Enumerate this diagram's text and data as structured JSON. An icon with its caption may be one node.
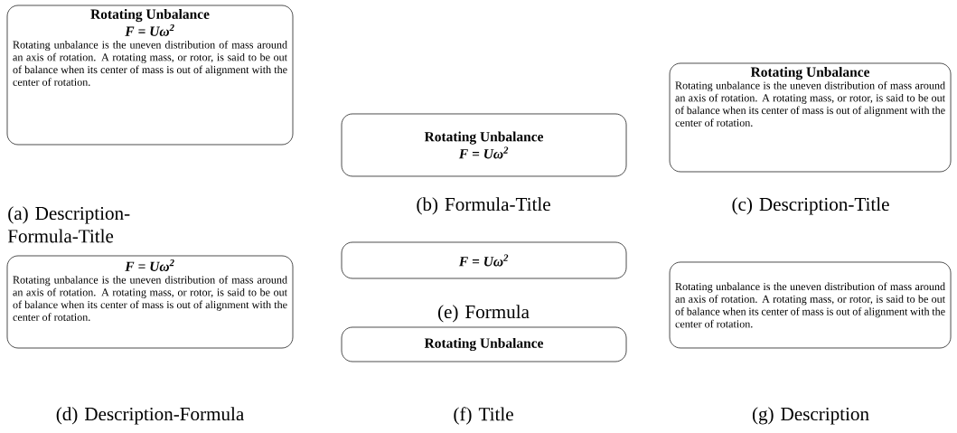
{
  "diagram": {
    "nodes": [
      {
        "text": [
          "Rotating Unbalance",
          "F = Uω$^{2}$",
          "Rotating unbalance is the uneven distribution of mass around an axis of rotation. A rotating mass, or rotor, is said to be out of balance when its center of mass is out of alignment with the center of rotation."
        ]
      },
      {
        "text": [
          "Rotating Unbalance",
          "F = Uω$^{2}$"
        ]
      },
      {
        "text": [
          "Rotating Unbalance",
          "Rotating unbalance is the uneven distribution of mass around an axis of rotation. A rotating mass, or rotor, is said to be out of balance when its center of mass is out of alignment with the center of rotation."
        ]
      },
      {
        "text": [
          "F = Uω$^{2}$",
          "Rotating unbalance is the uneven distribution of mass around an axis of rotation. A rotating mass, or rotor, is said to be out of balance when its center of mass is out of alignment with the center of rotation."
        ]
      },
      {
        "text": [
          "F = Uω$^{2}$"
        ]
      },
      {
        "text": [
          "Rotating Unbalance"
        ]
      },
      {
        "text": [
          "Rotating unbalance is the uneven distribution of mass around an axis of rotation. A rotating mass, or rotor, is said to be out of balance when its center of mass is out of alignment with the center of rotation."
        ]
      }
    ],
    "labels": [
      "(a) Description-Formula-Title",
      "(b) Formula-Title",
      "(c) Description-Title",
      "(e) Formula",
      "(d) Description-Formula",
      "(f) Title",
      "(g) Description"
    ]
  }
}
